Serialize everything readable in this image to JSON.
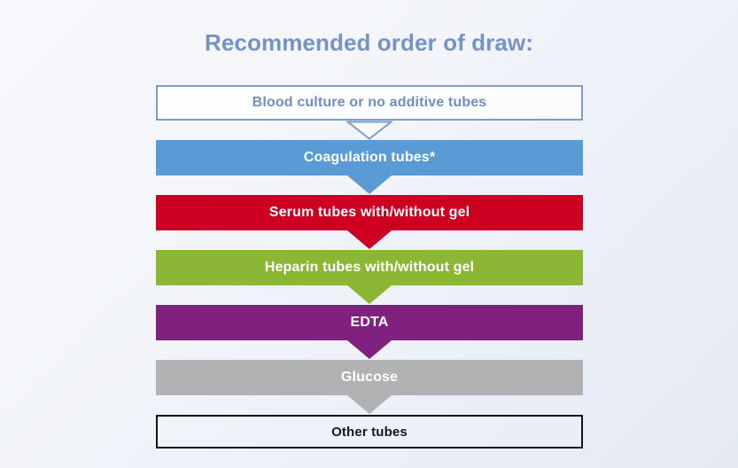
{
  "title": "Recommended order of draw:",
  "colors": {
    "title_text": "#7593c8",
    "background_top": "#f7f8fb",
    "background_bottom": "#e4e9f4",
    "blue": "#5a9bd5",
    "red": "#ce0022",
    "green": "#8cb734",
    "purple": "#80207f",
    "gray": "#b2b2b4",
    "outline_blue": "#7b9ccc",
    "outline_dark": "#121218"
  },
  "flow": {
    "steps": [
      {
        "label": "Blood culture or no additive tubes",
        "style": "outline-blue",
        "arrow": "outline-blue",
        "order": 1
      },
      {
        "label": "Coagulation tubes*",
        "style": "fill-blue",
        "arrow": "blue",
        "order": 2
      },
      {
        "label": "Serum tubes with/without gel",
        "style": "fill-red",
        "arrow": "red",
        "order": 3
      },
      {
        "label": "Heparin tubes with/without gel",
        "style": "fill-green",
        "arrow": "green",
        "order": 4
      },
      {
        "label": "EDTA",
        "style": "fill-purple",
        "arrow": "purple",
        "order": 5
      },
      {
        "label": "Glucose",
        "style": "fill-gray",
        "arrow": "gray",
        "order": 6
      },
      {
        "label": "Other tubes",
        "style": "outline-dark",
        "arrow": "none",
        "order": 7
      }
    ]
  }
}
